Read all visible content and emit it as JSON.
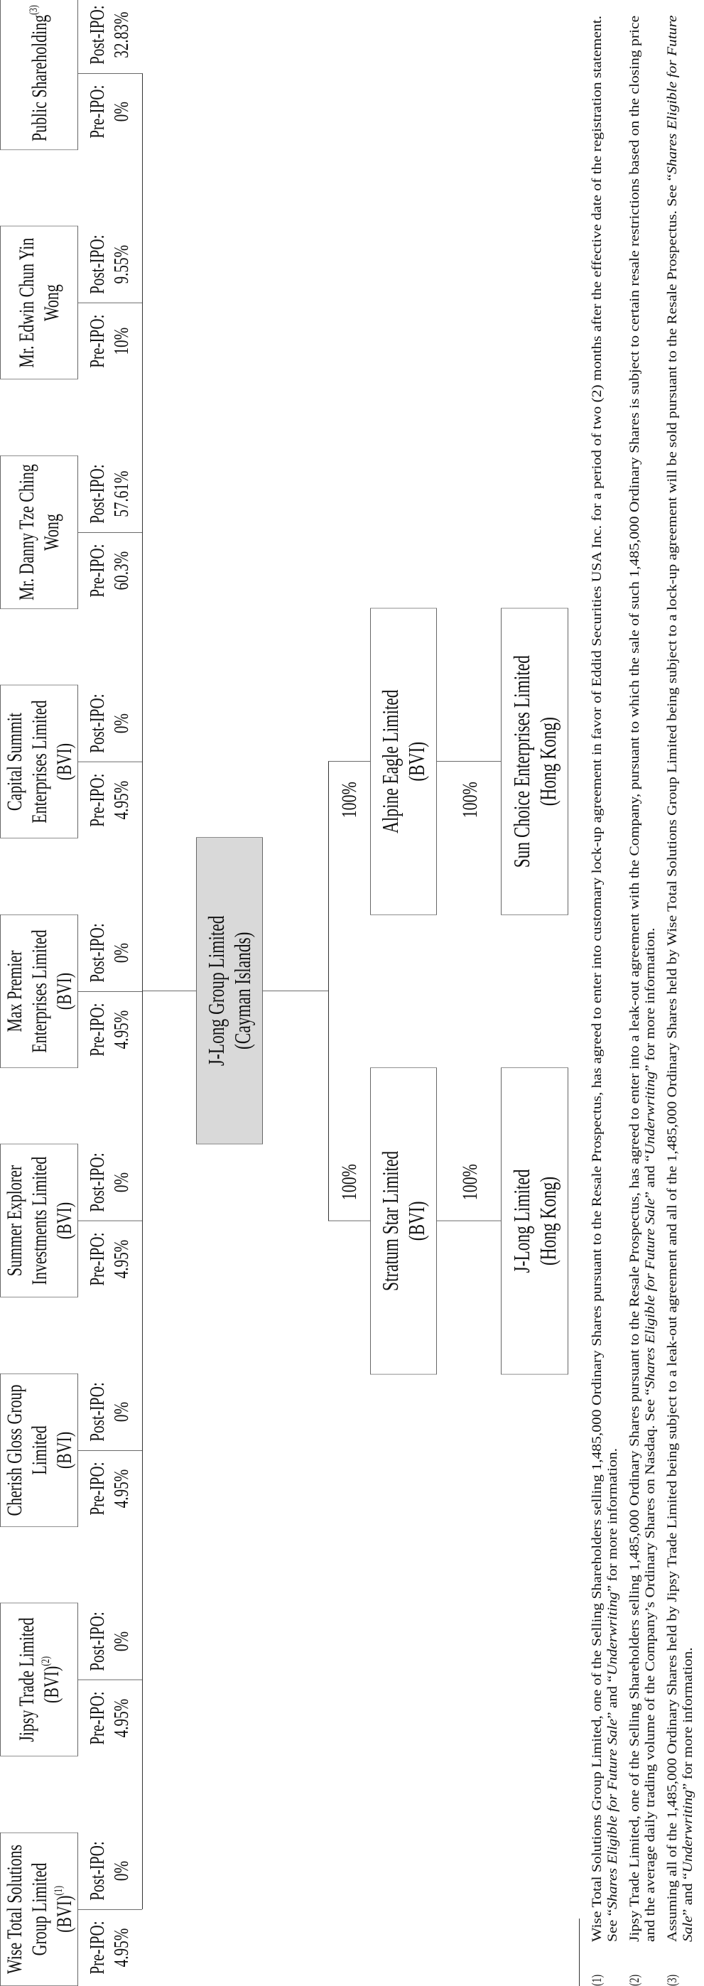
{
  "shareholders": [
    {
      "name_lines": [
        "Wise Total Solutions",
        "Group Limited",
        "(BVI)"
      ],
      "sup": "(1)",
      "pre_label": "Pre-IPO:",
      "pre_value": "4.95%",
      "post_label": "Post-IPO:",
      "post_value": "0%"
    },
    {
      "name_lines": [
        "Jipsy Trade Limited",
        "(BVI)"
      ],
      "sup": "(2)",
      "pre_label": "Pre-IPO:",
      "pre_value": "4.95%",
      "post_label": "Post-IPO:",
      "post_value": "0%"
    },
    {
      "name_lines": [
        "Cherish Gloss Group",
        "Limited",
        "(BVI)"
      ],
      "pre_label": "Pre-IPO:",
      "pre_value": "4.95%",
      "post_label": "Post-IPO:",
      "post_value": "0%"
    },
    {
      "name_lines": [
        "Summer Explorer",
        "Investments Limited",
        "(BVI)"
      ],
      "pre_label": "Pre-IPO:",
      "pre_value": "4.95%",
      "post_label": "Post-IPO:",
      "post_value": "0%"
    },
    {
      "name_lines": [
        "Max Premier",
        "Enterprises Limited",
        "(BVI)"
      ],
      "pre_label": "Pre-IPO:",
      "pre_value": "4.95%",
      "post_label": "Post-IPO:",
      "post_value": "0%"
    },
    {
      "name_lines": [
        "Capital Summit",
        "Enterprises Limited",
        "(BVI)"
      ],
      "pre_label": "Pre-IPO:",
      "pre_value": "4.95%",
      "post_label": "Post-IPO:",
      "post_value": "0%"
    },
    {
      "name_lines": [
        "Mr. Danny Tze Ching",
        "Wong"
      ],
      "pre_label": "Pre-IPO:",
      "pre_value": "60.3%",
      "post_label": "Post-IPO:",
      "post_value": "57.61%"
    },
    {
      "name_lines": [
        "Mr. Edwin Chun Yin",
        "Wong"
      ],
      "pre_label": "Pre-IPO:",
      "pre_value": "10%",
      "post_label": "Post-IPO:",
      "post_value": "9.55%"
    },
    {
      "name_lines": [
        "Public Shareholding"
      ],
      "sup": "(3)",
      "pre_label": "Pre-IPO:",
      "pre_value": "0%",
      "post_label": "Post-IPO:",
      "post_value": "32.83%"
    }
  ],
  "company": {
    "name": "J-Long Group Limited",
    "jurisdiction": "(Cayman Islands)"
  },
  "subsidiaries": {
    "stratum": {
      "name": "Stratum Star Limited",
      "jurisdiction": "(BVI)",
      "ownership": "100%"
    },
    "jlong_hk": {
      "name": "J-Long Limited",
      "jurisdiction": "(Hong Kong)",
      "ownership": "100%"
    },
    "alpine": {
      "name": "Alpine Eagle Limited",
      "jurisdiction": "(BVI)",
      "ownership": "100%"
    },
    "sun_choice": {
      "name": "Sun Choice Enterprises Limited",
      "jurisdiction": "(Hong Kong)",
      "ownership": "100%"
    }
  },
  "footnotes": [
    {
      "marker": "(1)",
      "lines": [
        [
          "Wise Total Solutions Group Limited, one of the Selling Shareholders selling 1,485,000 Ordinary Shares pursuant to the Resale Prospectus, has agreed to enter into customary lock-up agreement in favor of Eddid Securities USA Inc. for a period of two (2) months after the effective date of the registration statement."
        ],
        [
          "See “",
          "Shares Eligible for Future Sale",
          "” and “",
          "Underwriting",
          "” for more information."
        ]
      ]
    },
    {
      "marker": "(2)",
      "lines": [
        [
          "Jipsy Trade Limited, one of the Selling Shareholders selling 1,485,000 Ordinary Shares pursuant to the Resale Prospectus, has agreed to enter into a leak-out agreement with the Company, pursuant to which the sale of such 1,485,000 Ordinary Shares is subject to certain resale restrictions based on the closing price"
        ],
        [
          "and the average daily trading volume of the Company’s Ordinary Shares on Nasdaq. See “",
          "Shares Eligible for Future Sale",
          "” and “",
          "Underwriting",
          "” for more information."
        ]
      ]
    },
    {
      "marker": "(3)",
      "lines": [
        [
          "Assuming all of the 1,485,000 Ordinary Shares held by Jipsy Trade Limited being subject to a leak-out agreement and all of the 1,485,000 Ordinary Shares held by Wise Total Solutions Group Limited being subject to a lock-up agreement will be sold pursuant to the Resale Prospectus. See “",
          "Shares Eligible for Future"
        ],
        [
          "Sale",
          "” and “",
          "Underwriting",
          "” for more information."
        ]
      ]
    }
  ]
}
